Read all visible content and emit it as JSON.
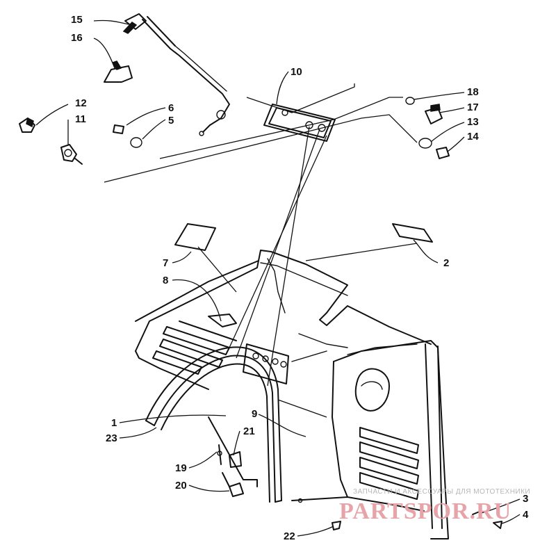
{
  "diagram": {
    "callouts": [
      {
        "id": "c1",
        "text": "1"
      },
      {
        "id": "c2",
        "text": "2"
      },
      {
        "id": "c3",
        "text": "3"
      },
      {
        "id": "c4",
        "text": "4"
      },
      {
        "id": "c5",
        "text": "5"
      },
      {
        "id": "c6",
        "text": "6"
      },
      {
        "id": "c7",
        "text": "7"
      },
      {
        "id": "c8",
        "text": "8"
      },
      {
        "id": "c9",
        "text": "9"
      },
      {
        "id": "c10",
        "text": "10"
      },
      {
        "id": "c11",
        "text": "11"
      },
      {
        "id": "c12",
        "text": "12"
      },
      {
        "id": "c13",
        "text": "13"
      },
      {
        "id": "c14",
        "text": "14"
      },
      {
        "id": "c15",
        "text": "15"
      },
      {
        "id": "c16",
        "text": "16"
      },
      {
        "id": "c17",
        "text": "17"
      },
      {
        "id": "c18",
        "text": "18"
      },
      {
        "id": "c19",
        "text": "19"
      },
      {
        "id": "c20",
        "text": "20"
      },
      {
        "id": "c21",
        "text": "21"
      },
      {
        "id": "c22",
        "text": "22"
      },
      {
        "id": "c23",
        "text": "23"
      }
    ]
  },
  "watermark": {
    "tagline": "ЗАПЧАСТИ И АКСЕССУАРЫ ДЛЯ МОТОТЕХНИКИ",
    "brand": "PARTSPOR.RU",
    "brand_color": "#e6a3a8",
    "tagline_color": "#b7b7b7"
  }
}
